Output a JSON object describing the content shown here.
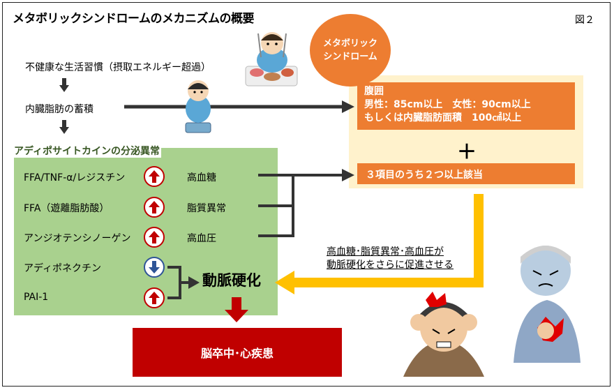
{
  "title": "メタボリックシンドロームのメカニズムの概要",
  "figure_label": "図２",
  "flow": {
    "step1": "不健康な生活習慣（摂取エネルギー超過）",
    "step2": "内臓脂肪の蓄積"
  },
  "adipocytokine": {
    "heading": "アディポサイトカインの分泌異常",
    "items": [
      {
        "label": "FFA/TNF-α/レジスチン",
        "direction": "up"
      },
      {
        "label": "FFA（遊離脂肪酸）",
        "direction": "up"
      },
      {
        "label": "アンジオテンシノーゲン",
        "direction": "up"
      },
      {
        "label": "アディポネクチン",
        "direction": "down"
      },
      {
        "label": "PAI-1",
        "direction": "up"
      }
    ],
    "conditions": [
      "高血糖",
      "脂質異常",
      "高血圧"
    ]
  },
  "metabolic": {
    "circle_line1": "メタボリック",
    "circle_line2": "シンドローム",
    "criteria_title": "腹囲",
    "criteria_line1": "男性：85cm以上　女性：90cm以上",
    "criteria_line2": "もしくは内臓脂肪面積　100㎠以上",
    "plus": "＋",
    "criteria_2": "３項目のうち２つ以上該当"
  },
  "promote": {
    "line1": "高血糖･脂質異常･高血圧が",
    "line2": "動脈硬化をさらに促進させる"
  },
  "atherosclerosis": "動脈硬化",
  "outcome": "脳卒中･心疾患",
  "colors": {
    "orange": "#ed7d31",
    "cream": "#fff2cc",
    "green": "#a9d18e",
    "red": "#c00000",
    "yellow_arrow": "#ffc000",
    "blue": "#2f5597"
  },
  "icons": [
    "eating-person-illustration",
    "overweight-person-on-scale-illustration",
    "headache-man-illustration",
    "chest-pain-elderly-man-illustration",
    "up-arrow-icon",
    "down-arrow-icon"
  ]
}
